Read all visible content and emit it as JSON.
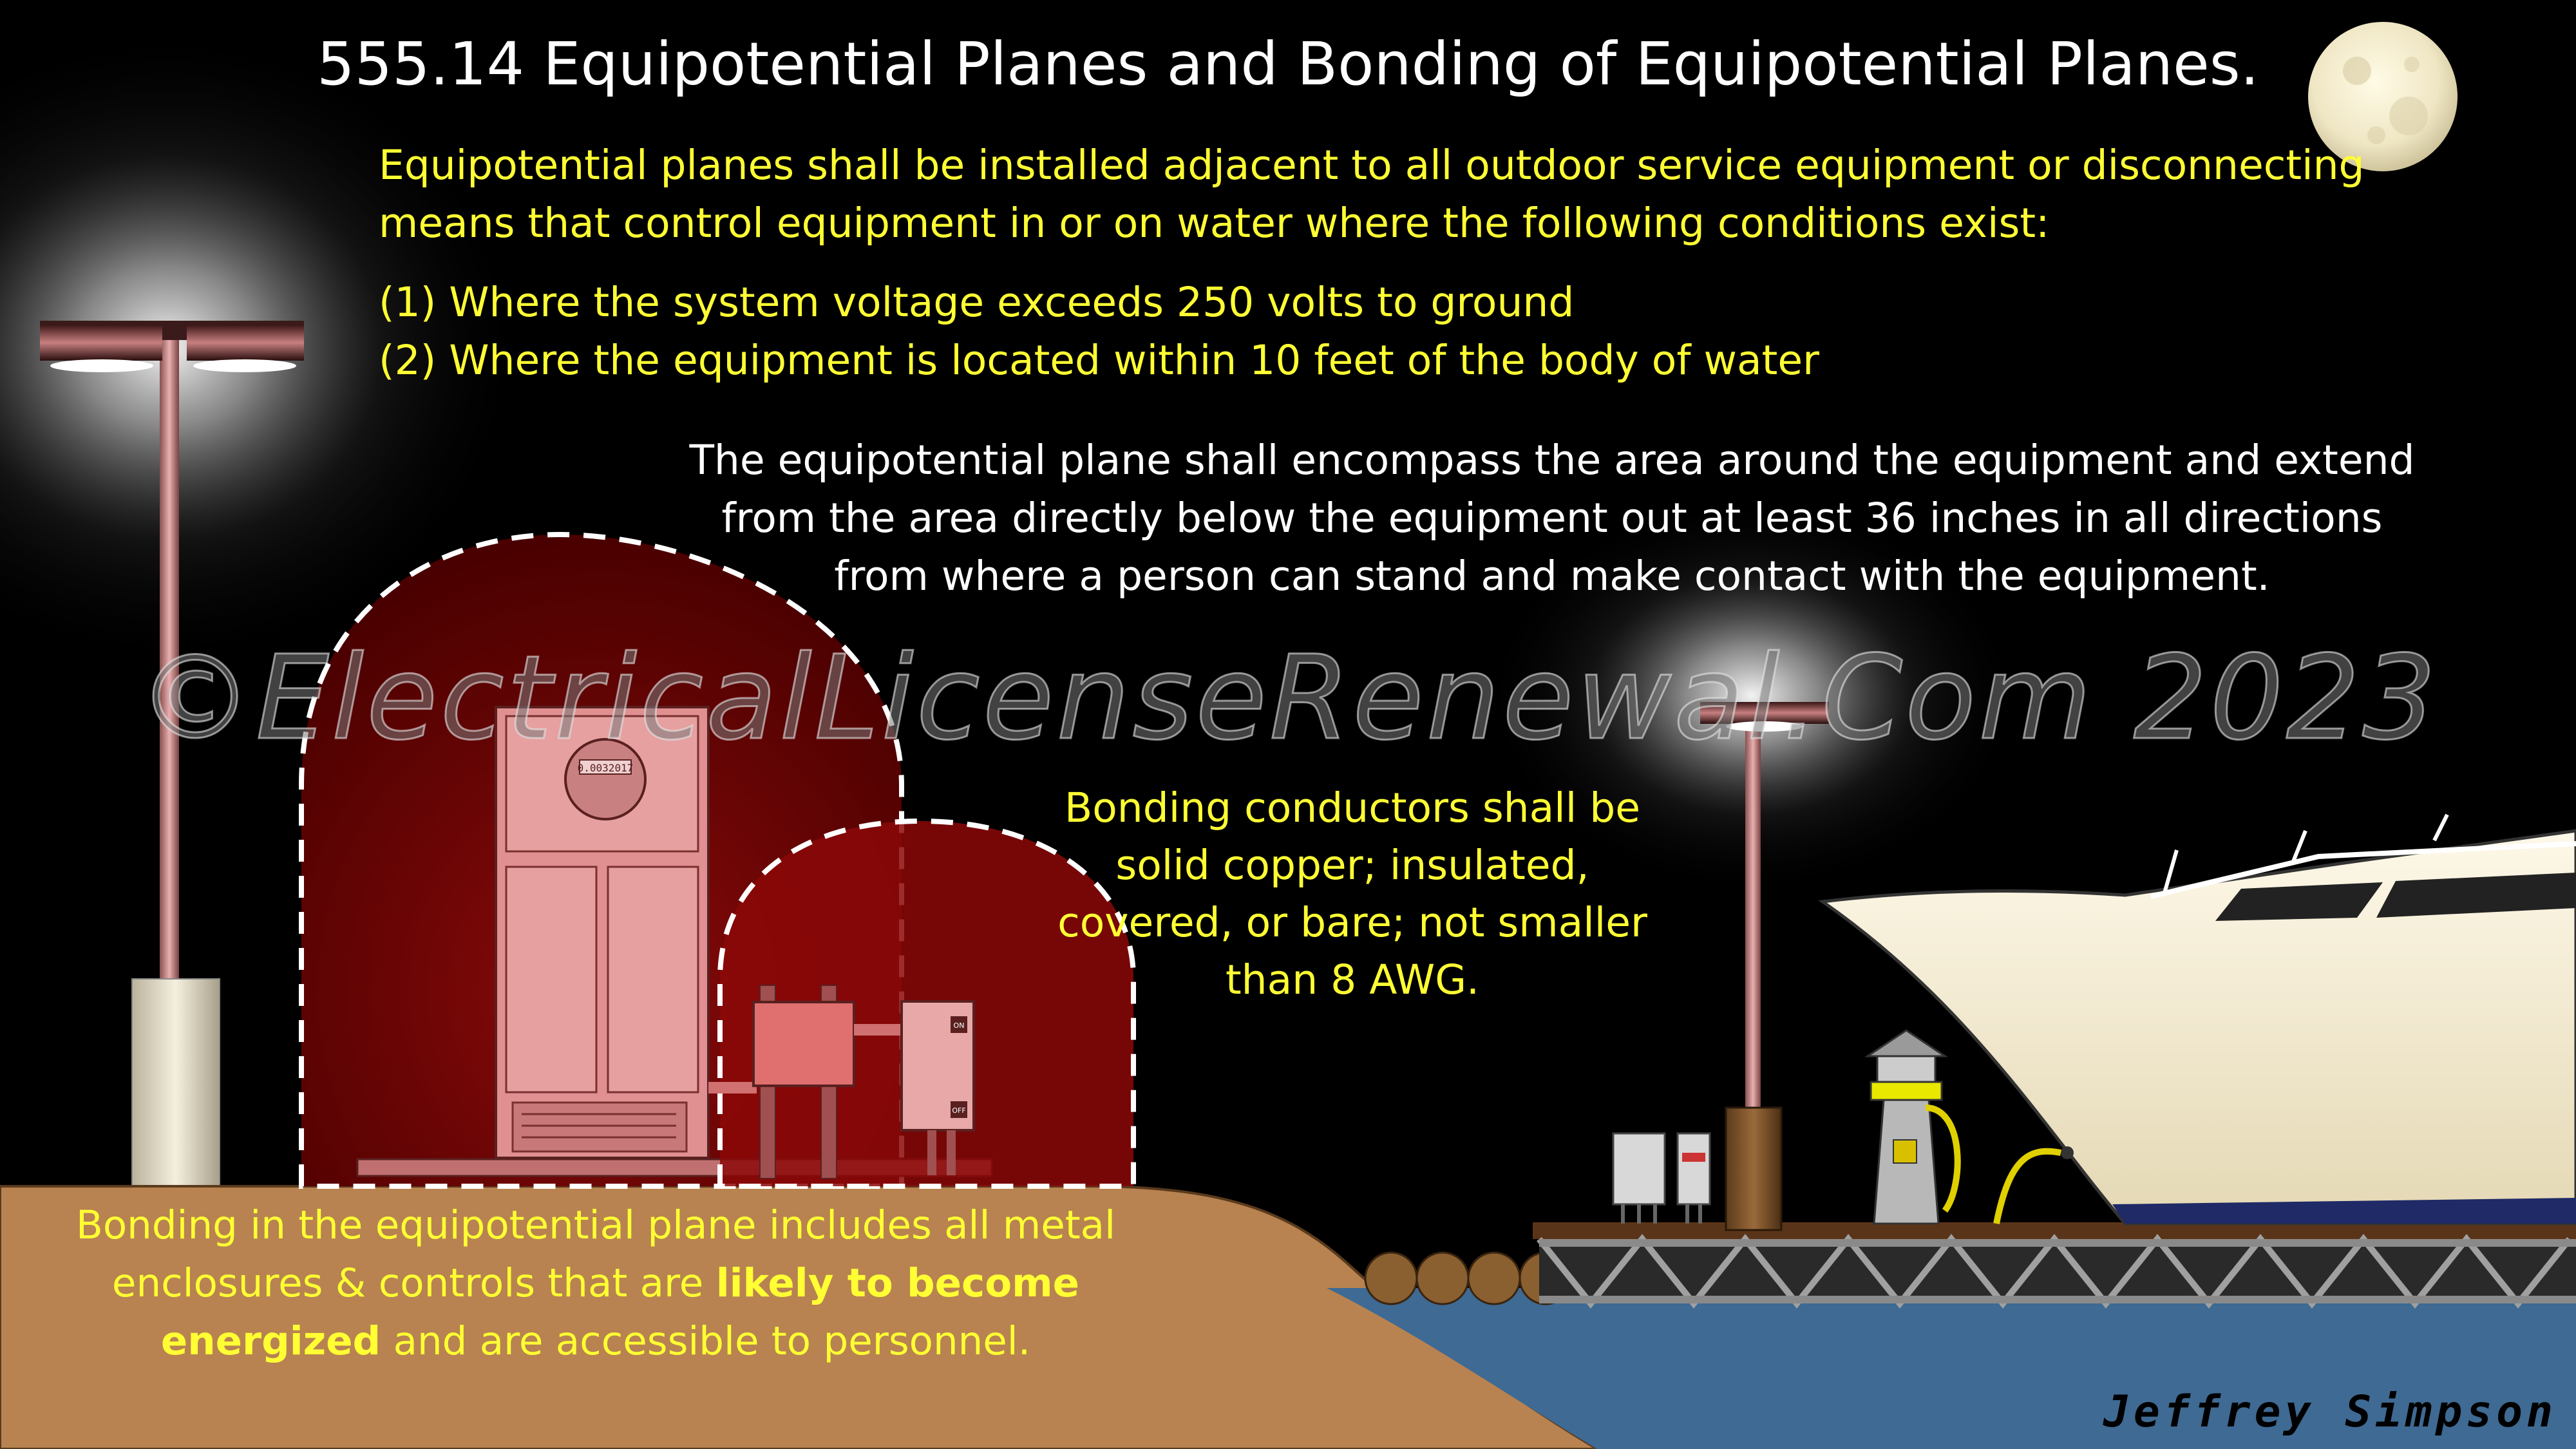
{
  "title": "555.14 Equipotential Planes and Bonding of Equipotential Planes.",
  "intro": "Equipotential planes shall be installed adjacent to all outdoor service equipment or disconnecting means that control equipment in or on water where the following conditions exist:",
  "conditions": [
    "(1) Where the system voltage exceeds 250 volts to ground",
    "(2) Where the equipment is located within 10 feet of the body of water"
  ],
  "plane_extent": "The equipotential plane shall encompass the area around the equipment and extend from the area directly below the equipment out at least 36 inches in all directions from where a person can stand and make contact with the equipment.",
  "bonding_conductors": "Bonding conductors shall be solid copper; insulated, covered, or bare; not smaller than 8 AWG.",
  "bonding_plane": {
    "before": "Bonding in the equipotential plane includes all metal enclosures & controls that are ",
    "emphasis": "likely to become energized",
    "after": " and are accessible to personnel."
  },
  "watermark": "©ElectricalLicenseRenewal.Com 2023",
  "meter_label": "0.0032017",
  "switch_on": "ON",
  "switch_off": "OFF",
  "signature": "Jeffrey Simpson",
  "colors": {
    "text_yellow": "#ffff33",
    "text_white": "#ffffff",
    "zone_red": "#6a0000",
    "sand": "#b88350",
    "water": "#3e6a93"
  }
}
